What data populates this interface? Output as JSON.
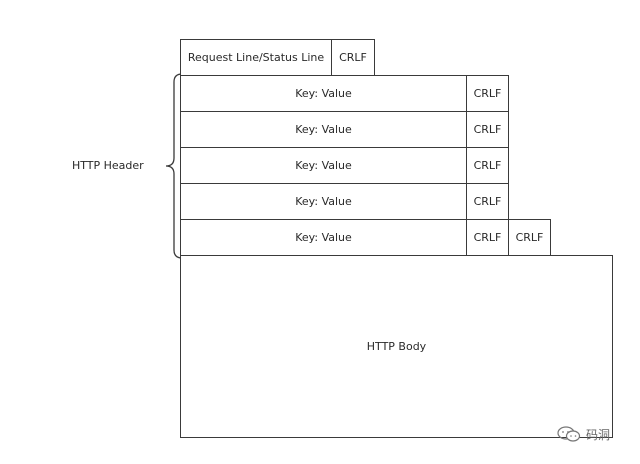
{
  "header_group_label": "HTTP Header",
  "start_line": {
    "label": "Request Line/Status Line",
    "crlf": "CRLF"
  },
  "header_rows": [
    {
      "label": "Key: Value",
      "crlf": "CRLF"
    },
    {
      "label": "Key: Value",
      "crlf": "CRLF"
    },
    {
      "label": "Key: Value",
      "crlf": "CRLF"
    },
    {
      "label": "Key: Value",
      "crlf": "CRLF"
    },
    {
      "label": "Key: Value",
      "crlf": "CRLF",
      "extra_crlf": "CRLF"
    }
  ],
  "body_label": "HTTP Body",
  "watermark": {
    "text": "码洞",
    "icon": "wechat-icon"
  }
}
